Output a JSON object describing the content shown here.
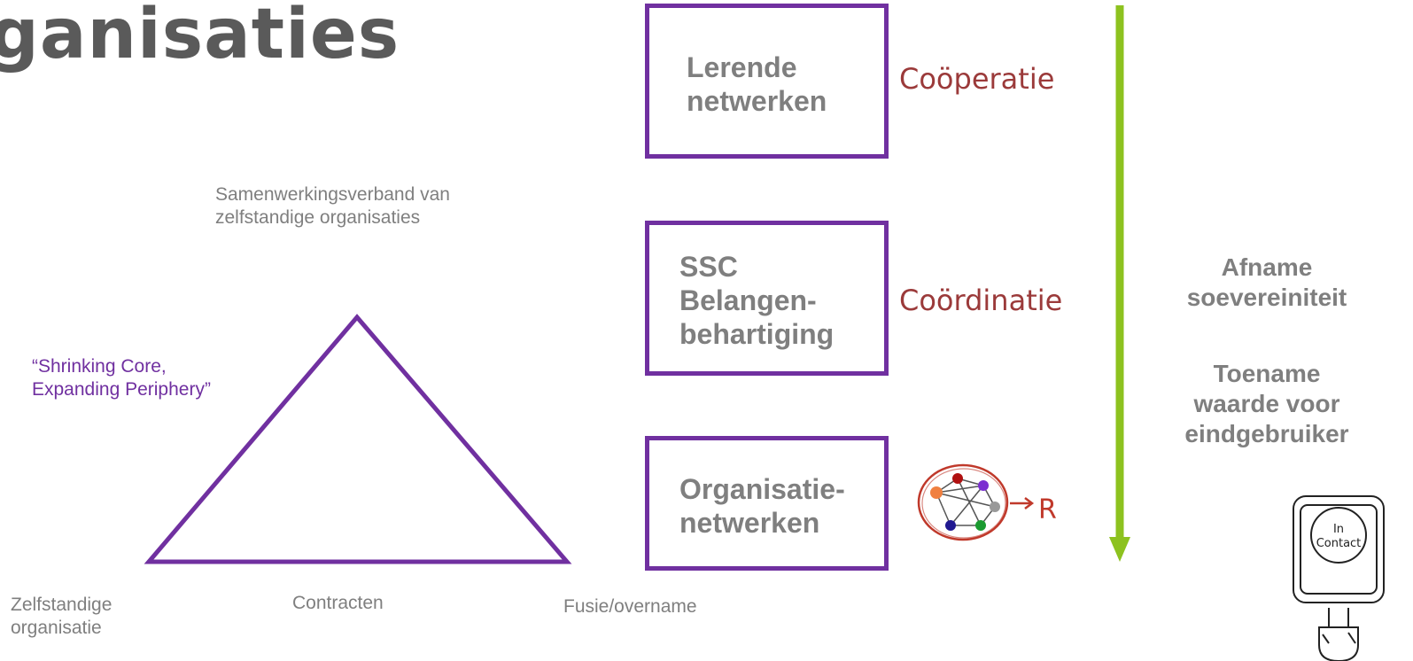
{
  "title": "ganisaties",
  "triangle": {
    "top_label": "Samenwerkingsverband van\nzelfstandige organisaties",
    "side_label": "“Shrinking Core,\nExpanding Periphery”",
    "bottom_left_label": "Zelfstandige\norganisatie",
    "bottom_center_label": "Contracten",
    "bottom_right_label": "Fusie/overname"
  },
  "levels": [
    {
      "box": "Lerende\nnetwerken",
      "type": "Coöperatie"
    },
    {
      "box": "SSC\nBelangen-\nbehartiging",
      "type": "Coördinatie"
    },
    {
      "box": "Organisatie-\nnetwerken",
      "type": ""
    }
  ],
  "arrow_text": {
    "decrease": "Afname\nsoevereiniteit",
    "increase": "Toename\nwaarde voor\neindgebruiker"
  },
  "sketch_letter": "R",
  "badge_text": "In\nContact",
  "colors": {
    "purple": "#7030a0",
    "arrow_green": "#8dc21f",
    "red_text": "#9b3a3a",
    "gray_text": "#7f7f7f"
  }
}
